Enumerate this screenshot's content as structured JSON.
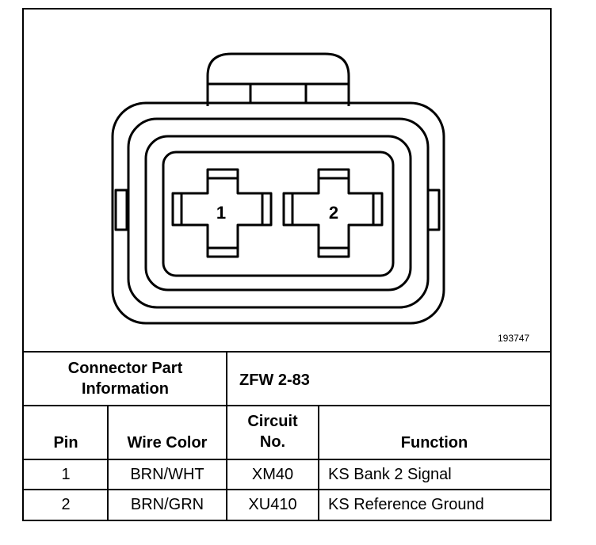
{
  "diagram": {
    "figure_id": "193747",
    "pin_labels": [
      "1",
      "2"
    ]
  },
  "connector_info": {
    "label_line1": "Connector Part",
    "label_line2": "Information",
    "value": "ZFW 2-83"
  },
  "table": {
    "headers": {
      "pin": "Pin",
      "wire_color": "Wire Color",
      "circuit_line1": "Circuit",
      "circuit_line2": "No.",
      "function": "Function"
    },
    "rows": [
      {
        "pin": "1",
        "wire_color": "BRN/WHT",
        "circuit": "XM40",
        "function": "KS Bank 2 Signal"
      },
      {
        "pin": "2",
        "wire_color": "BRN/GRN",
        "circuit": "XU410",
        "function": "KS Reference Ground"
      }
    ]
  }
}
